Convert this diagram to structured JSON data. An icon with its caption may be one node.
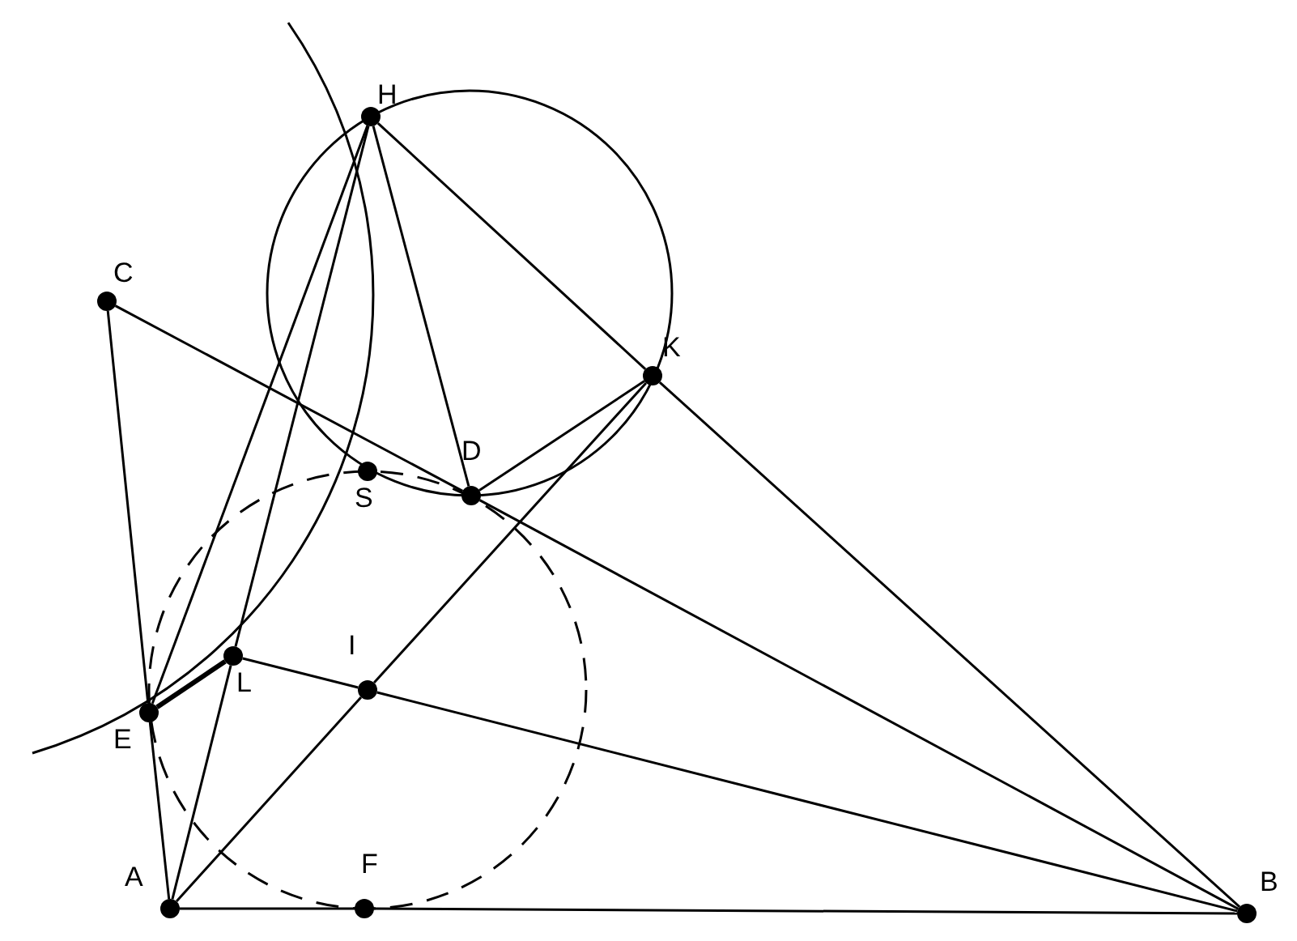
{
  "diagram": {
    "nodes": [
      {
        "text": [
          "H"
        ]
      },
      {
        "text": [
          "C"
        ]
      },
      {
        "text": [
          "K"
        ]
      },
      {
        "text": [
          "D"
        ]
      },
      {
        "text": [
          "S"
        ]
      },
      {
        "text": [
          "L"
        ]
      },
      {
        "text": [
          "I"
        ]
      },
      {
        "text": [
          "E"
        ]
      },
      {
        "text": [
          "A"
        ]
      },
      {
        "text": [
          "F"
        ]
      },
      {
        "text": [
          "B"
        ]
      }
    ],
    "edges": [
      {
        "from": 1,
        "to": 3,
        "arrow": "none"
      },
      {
        "from": 3,
        "to": 10,
        "arrow": "none"
      },
      {
        "from": 1,
        "to": 7,
        "arrow": "none"
      },
      {
        "from": 7,
        "to": 8,
        "arrow": "none"
      },
      {
        "from": 8,
        "to": 9,
        "arrow": "none"
      },
      {
        "from": 9,
        "to": 10,
        "arrow": "none"
      },
      {
        "from": 0,
        "to": 2,
        "arrow": "none"
      },
      {
        "from": 2,
        "to": 10,
        "arrow": "none"
      },
      {
        "from": 0,
        "to": 7,
        "arrow": "none"
      },
      {
        "from": 0,
        "to": 5,
        "arrow": "none"
      },
      {
        "from": 5,
        "to": 8,
        "arrow": "none"
      },
      {
        "from": 0,
        "to": 3,
        "arrow": "none"
      },
      {
        "from": 3,
        "to": 2,
        "arrow": "none"
      },
      {
        "from": 8,
        "to": 6,
        "arrow": "none"
      },
      {
        "from": 6,
        "to": 2,
        "arrow": "none"
      },
      {
        "from": 5,
        "to": 6,
        "arrow": "none"
      },
      {
        "from": 6,
        "to": 10,
        "arrow": "none"
      },
      {
        "from": 7,
        "to": 5,
        "arrow": "none",
        "style": "thick"
      }
    ]
  }
}
